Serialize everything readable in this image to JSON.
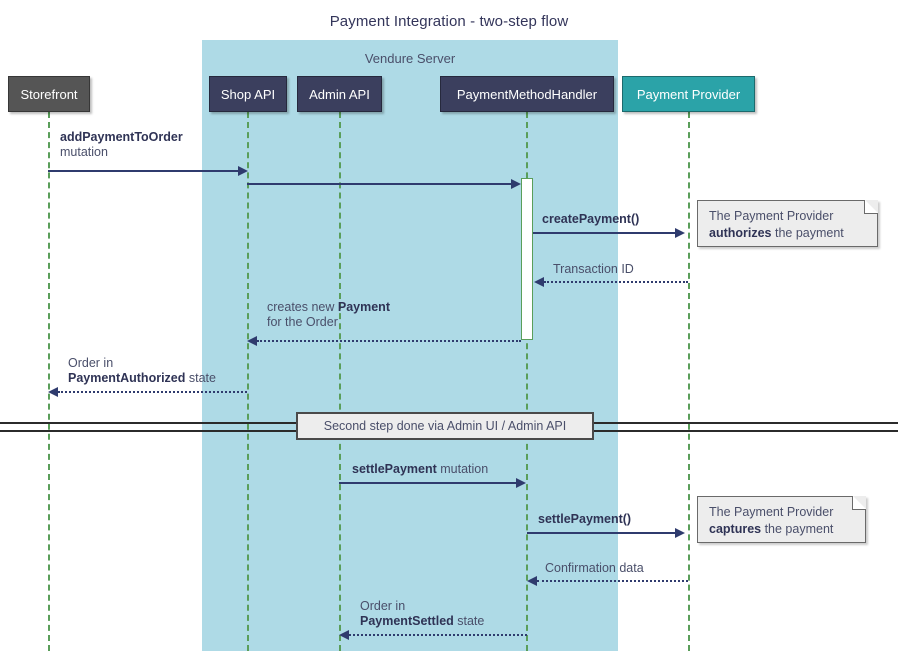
{
  "diagram": {
    "title": "Payment Integration - two-step flow",
    "type": "sequence-diagram",
    "colors": {
      "title_text": "#33355a",
      "group_fill": "#aedae6",
      "actor_fill": "#555555",
      "api_fill": "#3b3f5e",
      "external_fill": "#2ba3a8",
      "lifeline": "#5a9e5a",
      "arrow": "#2f3b6e",
      "note_fill": "#ededed",
      "note_border": "#6a6a6a",
      "activation_fill": "#ffffff",
      "activation_border": "#5a9e5a",
      "divider_line": "#2b2b2b"
    }
  },
  "group": {
    "label": "Vendure Server"
  },
  "participants": [
    {
      "id": "storefront",
      "label": "Storefront",
      "kind": "actor"
    },
    {
      "id": "shop-api",
      "label": "Shop API",
      "kind": "api"
    },
    {
      "id": "admin-api",
      "label": "Admin API",
      "kind": "api"
    },
    {
      "id": "payment-method-handler",
      "label": "PaymentMethodHandler",
      "kind": "api"
    },
    {
      "id": "payment-provider",
      "label": "Payment Provider",
      "kind": "external"
    }
  ],
  "messages": [
    {
      "id": "add-payment-to-order",
      "from": "storefront",
      "to": "shop-api",
      "style": "solid",
      "direction": "right",
      "lines": [
        {
          "text": "addPaymentToOrder",
          "bold": true
        },
        {
          "text": "mutation",
          "bold": false
        }
      ]
    },
    {
      "id": "shop-api-to-handler",
      "from": "shop-api",
      "to": "payment-method-handler",
      "style": "solid",
      "direction": "right",
      "lines": []
    },
    {
      "id": "create-payment",
      "from": "payment-method-handler",
      "to": "payment-provider",
      "style": "solid",
      "direction": "right",
      "lines": [
        {
          "text": "createPayment()",
          "bold": true
        }
      ]
    },
    {
      "id": "transaction-id",
      "from": "payment-provider",
      "to": "payment-method-handler",
      "style": "dotted",
      "direction": "left",
      "lines": [
        {
          "text": "Transaction ID",
          "bold": false
        }
      ]
    },
    {
      "id": "creates-new-payment",
      "from": "payment-method-handler",
      "to": "shop-api",
      "style": "dotted",
      "direction": "left",
      "lines": [
        {
          "text": "creates new ",
          "bold": false,
          "bold_tail": "Payment"
        },
        {
          "text": "for the Order",
          "bold": false
        }
      ]
    },
    {
      "id": "order-payment-authorized",
      "from": "shop-api",
      "to": "storefront",
      "style": "dotted",
      "direction": "left",
      "lines": [
        {
          "text": "Order in",
          "bold": false
        },
        {
          "text": "PaymentAuthorized",
          "bold": true,
          "tail": " state"
        }
      ]
    },
    {
      "id": "settle-payment-mutation",
      "from": "admin-api",
      "to": "payment-method-handler",
      "style": "solid",
      "direction": "right",
      "lines": [
        {
          "text": "settlePayment",
          "bold": true,
          "tail": " mutation"
        }
      ]
    },
    {
      "id": "settle-payment-call",
      "from": "payment-method-handler",
      "to": "payment-provider",
      "style": "solid",
      "direction": "right",
      "lines": [
        {
          "text": "settlePayment()",
          "bold": true
        }
      ]
    },
    {
      "id": "confirmation-data",
      "from": "payment-provider",
      "to": "payment-method-handler",
      "style": "dotted",
      "direction": "left",
      "lines": [
        {
          "text": "Confirmation data",
          "bold": false
        }
      ]
    },
    {
      "id": "order-payment-settled",
      "from": "payment-method-handler",
      "to": "admin-api",
      "style": "dotted",
      "direction": "left",
      "lines": [
        {
          "text": "Order in",
          "bold": false
        },
        {
          "text": "PaymentSettled",
          "bold": true,
          "tail": " state"
        }
      ]
    }
  ],
  "notes": [
    {
      "id": "note-authorizes",
      "line1": "The Payment Provider",
      "line2_bold": "authorizes",
      "line2_tail": " the payment"
    },
    {
      "id": "note-captures",
      "line1": "The Payment Provider",
      "line2_bold": "captures",
      "line2_tail": " the payment"
    }
  ],
  "divider": {
    "label": "Second step done via Admin UI / Admin API"
  },
  "labels": {
    "msg_add_payment_l1": "addPaymentToOrder",
    "msg_add_payment_l2": "mutation",
    "msg_create_payment": "createPayment()",
    "msg_transaction_id": "Transaction ID",
    "msg_creates_new_l1a": "creates new ",
    "msg_creates_new_l1b": "Payment",
    "msg_creates_new_l2": "for the Order",
    "msg_order_in_a": "Order in",
    "msg_payment_authorized_b": "PaymentAuthorized",
    "msg_payment_authorized_tail": " state",
    "msg_settle_mutation_b": "settlePayment",
    "msg_settle_mutation_tail": " mutation",
    "msg_settle_call": "settlePayment()",
    "msg_confirmation": "Confirmation data",
    "msg_order_in_b": "Order in",
    "msg_payment_settled_b": "PaymentSettled",
    "msg_payment_settled_tail": " state"
  }
}
